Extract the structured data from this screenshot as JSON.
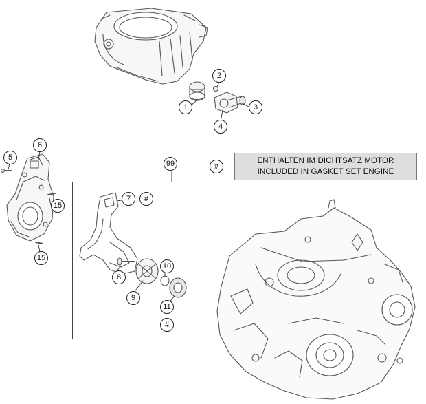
{
  "callouts": {
    "c1": "1",
    "c2": "2",
    "c3": "3",
    "c4": "4",
    "c5": "5",
    "c6": "6",
    "c7": "7",
    "c8": "8",
    "c9": "9",
    "c10": "10",
    "c11": "11",
    "c15a": "15",
    "c15b": "15",
    "c99": "99",
    "hash_legend": "#",
    "hash_7": "#",
    "hash_11": "#"
  },
  "legend": {
    "line1": "ENTHALTEN IM DICHTSATZ MOTOR",
    "line2": "INCLUDED IN GASKET SET ENGINE"
  },
  "colors": {
    "line": "#444444",
    "legend_fill": "#dedede"
  }
}
